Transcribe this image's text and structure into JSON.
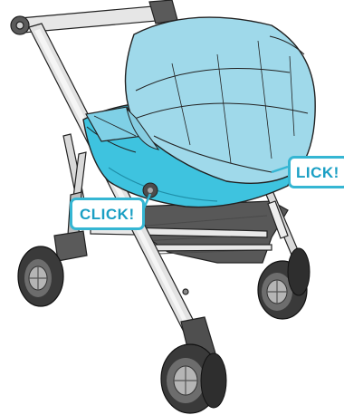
{
  "callouts": {
    "left_label": "CLICK!",
    "right_label": "LICK!"
  },
  "colors": {
    "canopy": "#9fd9ea",
    "carrycot": "#3ec3df",
    "callout_border": "#35b6d3",
    "callout_text": "#1a9fc4",
    "basket": "#585858",
    "frame": "#d9d9d9",
    "tyre": "#3a3a3a",
    "hub": "#b5b5b5"
  },
  "icons": [
    "stroller-illustration",
    "carrycot",
    "canopy",
    "wheel"
  ]
}
